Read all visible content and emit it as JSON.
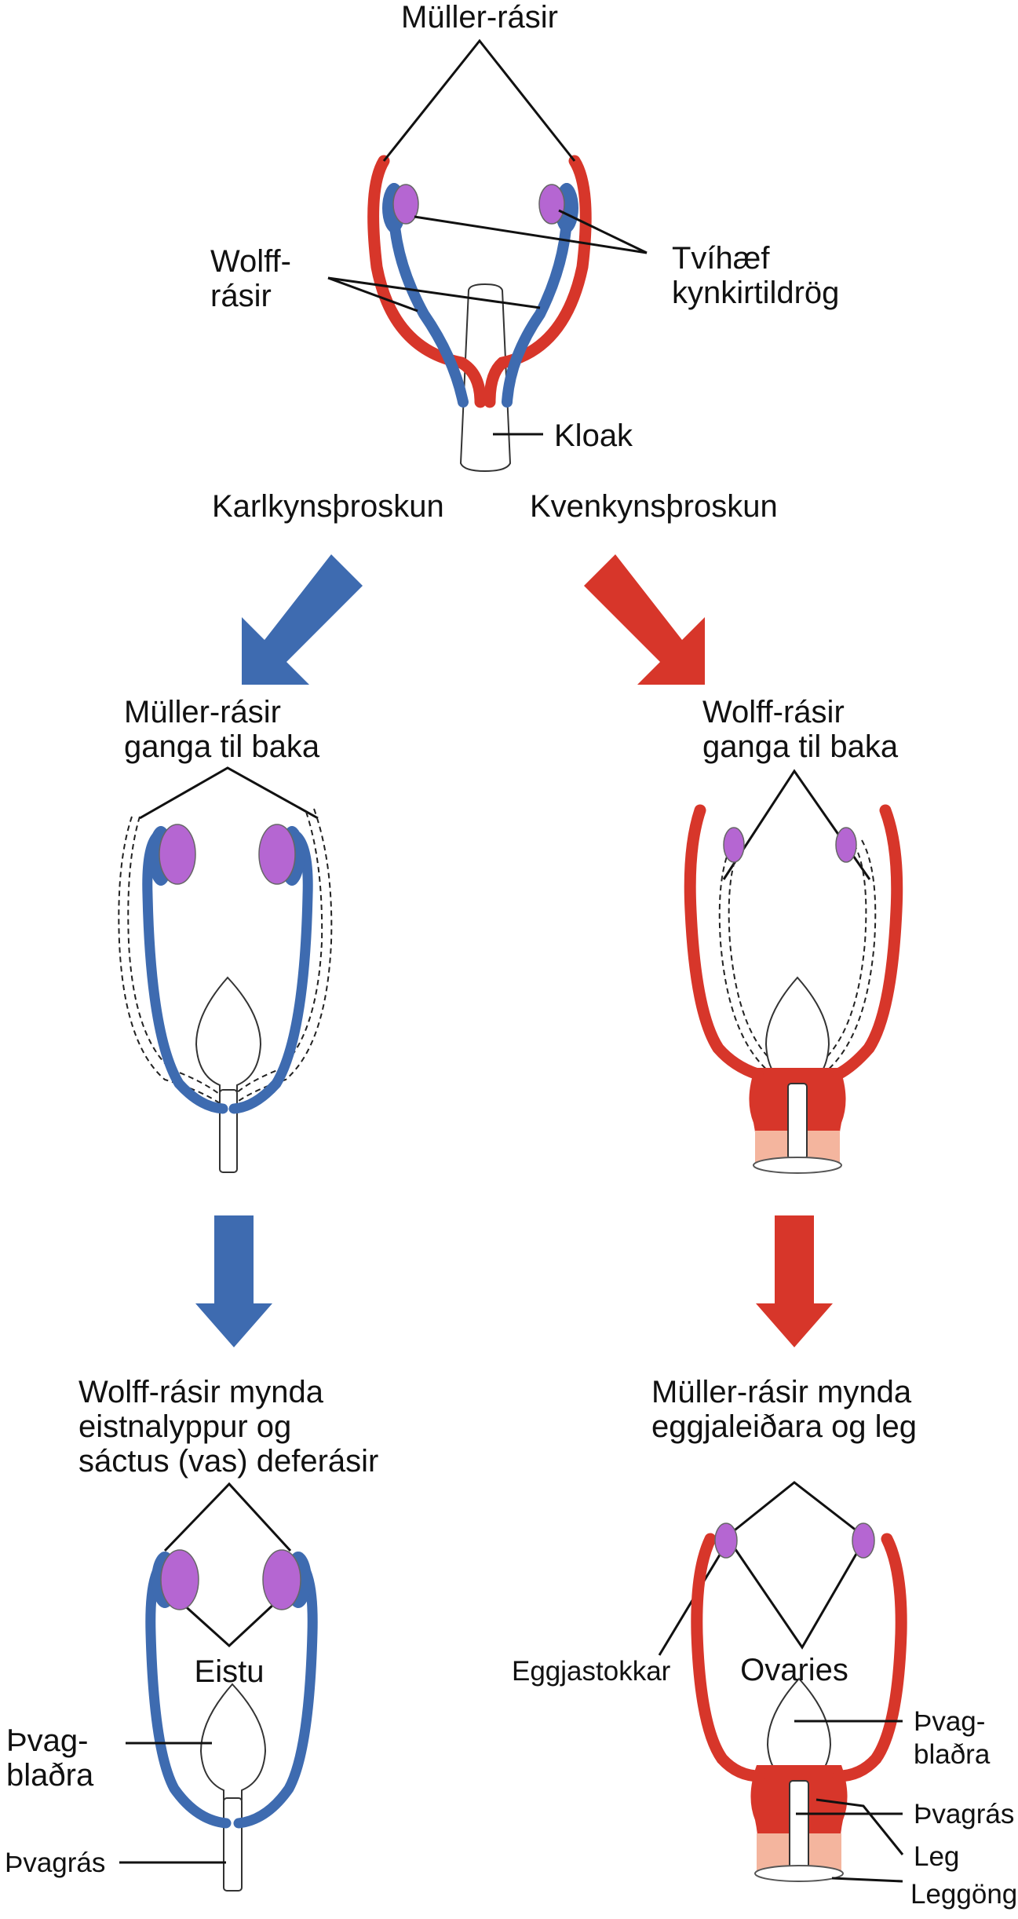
{
  "colors": {
    "male_blue": "#3E6BB0",
    "female_red": "#D7362A",
    "gonad_purple": "#B566D2",
    "outline": "#333333"
  },
  "top": {
    "muller_label": "Müller-rásir",
    "wolff_label_line1": "Wolff-",
    "wolff_label_line2": "rásir",
    "gonad_label_line1": "Tvíhæf",
    "gonad_label_line2": "kynkirtildrög",
    "cloaca_label": "Kloak"
  },
  "branches": {
    "male_title": "Karlkynsþroskun",
    "female_title": "Kvenkynsþroskun"
  },
  "middle": {
    "male_line1": "Müller-rásir",
    "male_line2": "ganga til baka",
    "female_line1": "Wolff-rásir",
    "female_line2": "ganga til baka"
  },
  "bottom_male": {
    "caption_line1": "Wolff-rásir mynda",
    "caption_line2": "eistnalyppur og",
    "caption_line3": "sáctus (vas) deferásir",
    "testes_label": "Eistu",
    "bladder_line1": "Þvag-",
    "bladder_line2": "blaðra",
    "urethra_label": "Þvagrás"
  },
  "bottom_female": {
    "caption_line1": "Müller-rásir mynda",
    "caption_line2": "eggjaleiðara og leg",
    "ovaries_is_label": "Eggjastokkar",
    "ovaries_label": "Ovaries",
    "bladder_line1": "Þvag-",
    "bladder_line2": "blaðra",
    "urethra_label": "Þvagrás",
    "uterus_label": "Leg",
    "vagina_label": "Leggöng"
  }
}
